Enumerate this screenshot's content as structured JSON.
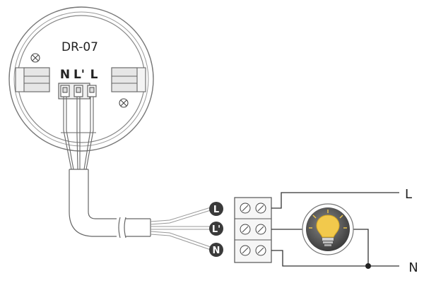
{
  "device": {
    "model": "DR-07",
    "terminals": [
      "N",
      "L'",
      "L"
    ]
  },
  "terminal_block": {
    "badges": [
      "L",
      "L'",
      "N"
    ]
  },
  "supply": {
    "line_label": "L",
    "neutral_label": "N"
  },
  "icons": {
    "screw": "screw-icon",
    "lamp": "light-bulb-icon",
    "junction": "junction-dot"
  },
  "colors": {
    "outline": "#555555",
    "badge": "#3a3a3a",
    "lamp_bg": "#4a4a4a",
    "bulb": "#f2c94c"
  }
}
